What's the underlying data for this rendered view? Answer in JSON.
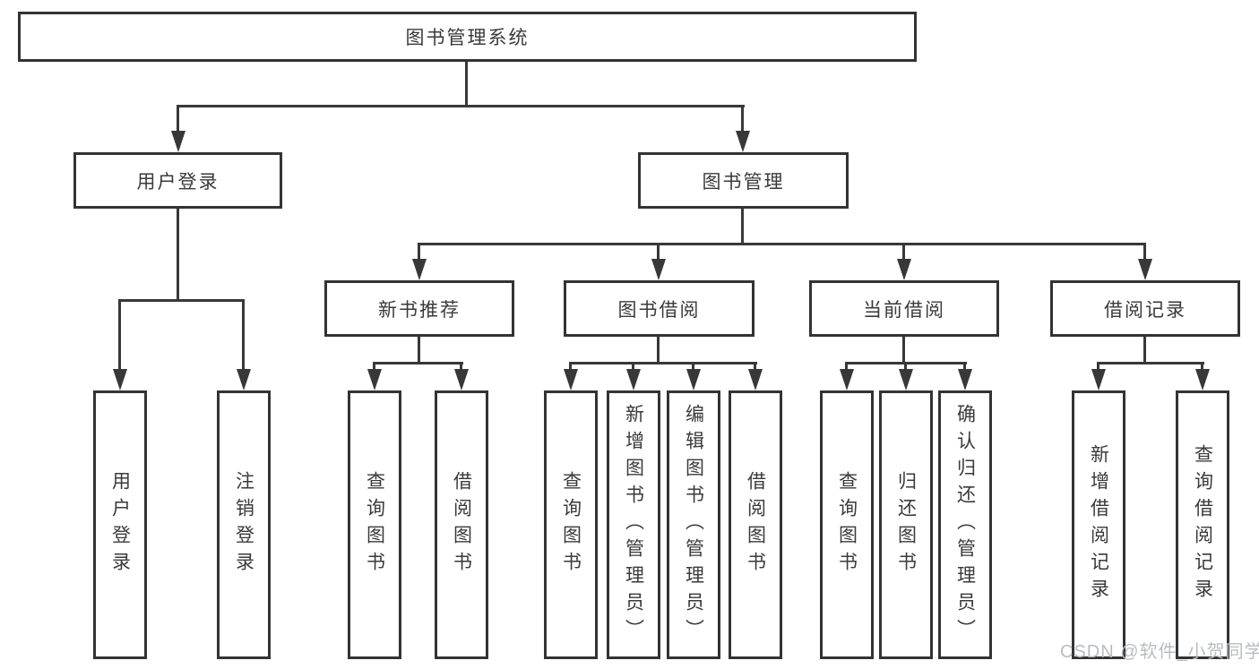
{
  "diagram": {
    "title": "图书管理系统",
    "root": {
      "label": "图书管理系统"
    },
    "level2": [
      {
        "label": "用户登录"
      },
      {
        "label": "图书管理"
      }
    ],
    "level3": [
      {
        "label": "新书推荐"
      },
      {
        "label": "图书借阅"
      },
      {
        "label": "当前借阅"
      },
      {
        "label": "借阅记录"
      }
    ],
    "leaves": {
      "user": [
        "用户登录",
        "注销登录"
      ],
      "newbook": [
        "查询图书",
        "借阅图书"
      ],
      "borrow": [
        "查询图书",
        "新增图书（管理员）",
        "编辑图书（管理员）",
        "借阅图书"
      ],
      "current": [
        "查询图书",
        "归还图书",
        "确认归还（管理员）"
      ],
      "record": [
        "新增借阅记录",
        "查询借阅记录"
      ]
    }
  },
  "watermark": {
    "text": "CSDN @软件_小贺同学"
  },
  "colors": {
    "box_border": "#333333",
    "connector": "#383838",
    "text": "#3a3a3a",
    "background": "#ffffff",
    "watermark": "#b8bcc2"
  }
}
